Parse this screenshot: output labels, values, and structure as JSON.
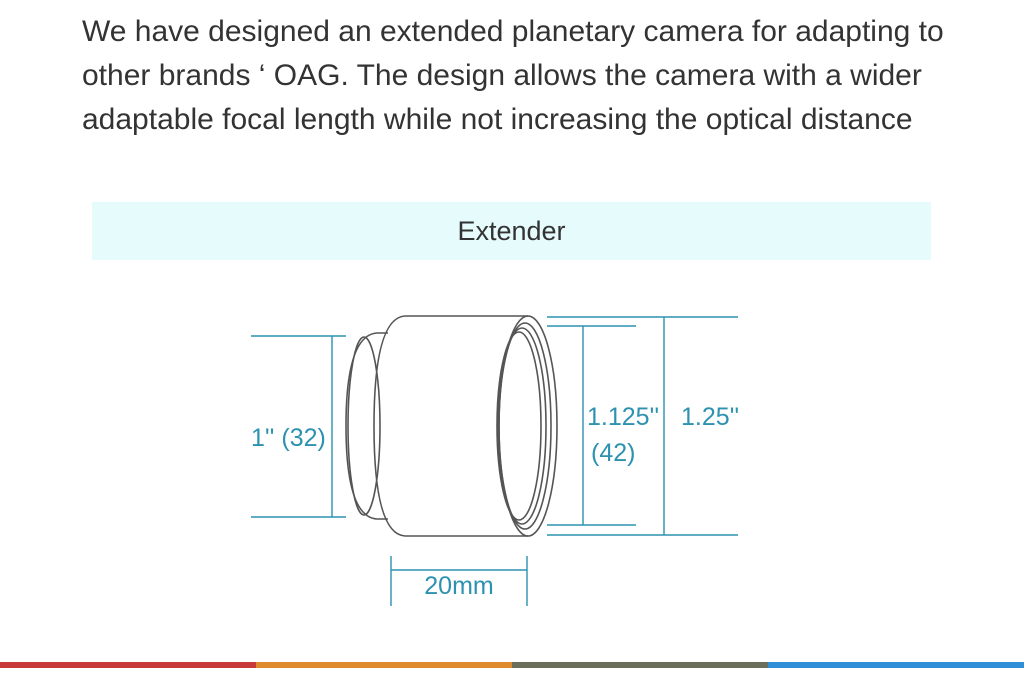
{
  "intro": {
    "lines": [
      "We have designed an extended planetary camera for adapting to",
      "other brands ‘ OAG. The design allows the camera with a wider",
      "adaptable focal length while not increasing the optical distance"
    ]
  },
  "banner": {
    "title": "Extender"
  },
  "diagram": {
    "dim_small_diameter": "1'' (32)",
    "dim_thread_diameter_line1": "1.125''",
    "dim_thread_diameter_line2": "(42)",
    "dim_outer_diameter": "1.25''",
    "dim_length": "20mm",
    "line_color": "#555555",
    "dim_color": "#2c92b0"
  },
  "footer": {
    "stripe_colors": [
      "#c83a3a",
      "#e08a2e",
      "#6b6e5a",
      "#2e8fd6"
    ]
  }
}
